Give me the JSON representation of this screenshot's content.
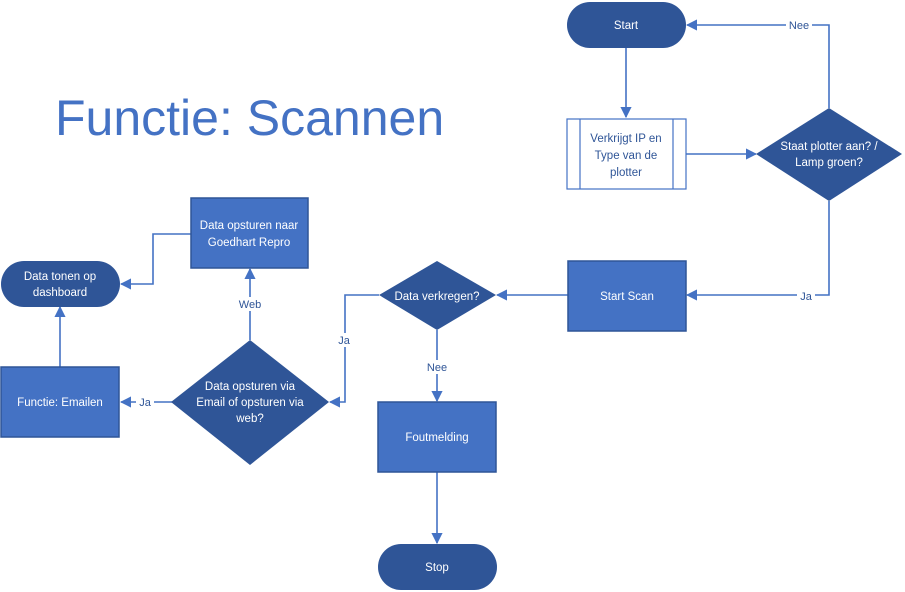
{
  "title": "Functie: Scannen",
  "nodes": {
    "start": "Start",
    "verkrijgt": [
      "Verkrijgt IP en",
      "Type van de",
      "plotter"
    ],
    "staat_plotter": [
      "Staat plotter aan? /",
      "Lamp groen?"
    ],
    "start_scan": "Start Scan",
    "data_verkregen": "Data verkregen?",
    "foutmelding": "Foutmelding",
    "stop": "Stop",
    "data_opsturen_via": [
      "Data opsturen via",
      "Email of opsturen via",
      "web?"
    ],
    "data_opsturen_naar": [
      "Data opsturen naar",
      "Goedhart Repro"
    ],
    "data_tonen": [
      "Data tonen op",
      "dashboard"
    ],
    "functie_emailen": "Functie: Emailen"
  },
  "edges": {
    "nee_plotter": "Nee",
    "ja_plotter": "Ja",
    "ja_data": "Ja",
    "nee_data": "Nee",
    "web": "Web",
    "ja_email": "Ja"
  },
  "colors": {
    "shape_fill": "#4472c4",
    "shape_dark": "#2f5597",
    "connector": "#4472c4",
    "title": "#4472c4"
  }
}
